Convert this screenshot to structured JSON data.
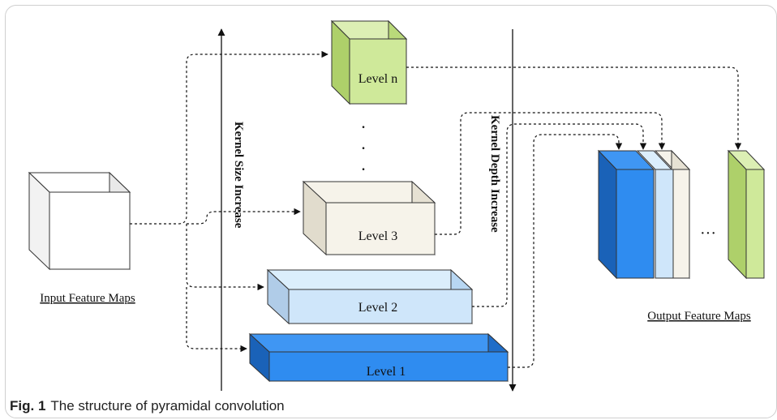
{
  "caption": {
    "prefix": "Fig. 1",
    "text": "The structure of pyramidal convolution"
  },
  "labels": {
    "input": "Input Feature Maps",
    "output": "Output Feature Maps",
    "kernel_size": "Kernel Size Increase",
    "kernel_depth": "Kernel Depth Increase",
    "vertical_dots": "⋮",
    "output_ellipsis": "···"
  },
  "levels": [
    {
      "id": "level-n",
      "label": "Level n",
      "color": "#cfe99a"
    },
    {
      "id": "level-3",
      "label": "Level 3",
      "color": "#f6f3ea"
    },
    {
      "id": "level-2",
      "label": "Level 2",
      "color": "#cfe6fa"
    },
    {
      "id": "level-1",
      "label": "Level 1",
      "color": "#2f8cf0"
    }
  ],
  "colors": {
    "input_box": "#ffffff",
    "output_blue": "#2f8cf0",
    "output_light_blue": "#cfe6fa",
    "output_beige": "#f6f3ea",
    "output_green": "#cfe99a",
    "stroke": "#333333"
  }
}
